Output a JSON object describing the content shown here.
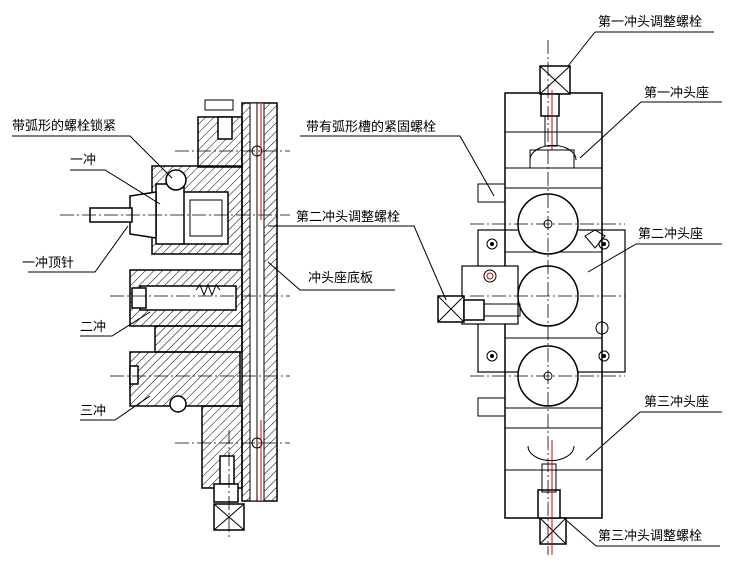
{
  "labels": {
    "arc_bolt_lock": "带弧形的螺栓锁紧",
    "punch1": "一冲",
    "punch1_ejector": "一冲顶针",
    "punch2": "二冲",
    "punch3": "三冲",
    "arc_slot_bolt": "带有弧形槽的紧固螺栓",
    "punch2_adjust_bolt": "第二冲头调整螺栓",
    "punch_seat_base": "冲头座底板",
    "punch1_adjust_bolt": "第一冲头调整螺栓",
    "punch1_seat": "第一冲头座",
    "punch2_seat": "第二冲头座",
    "punch3_seat": "第三冲头座",
    "punch3_adjust_bolt": "第三冲头调整螺栓"
  }
}
